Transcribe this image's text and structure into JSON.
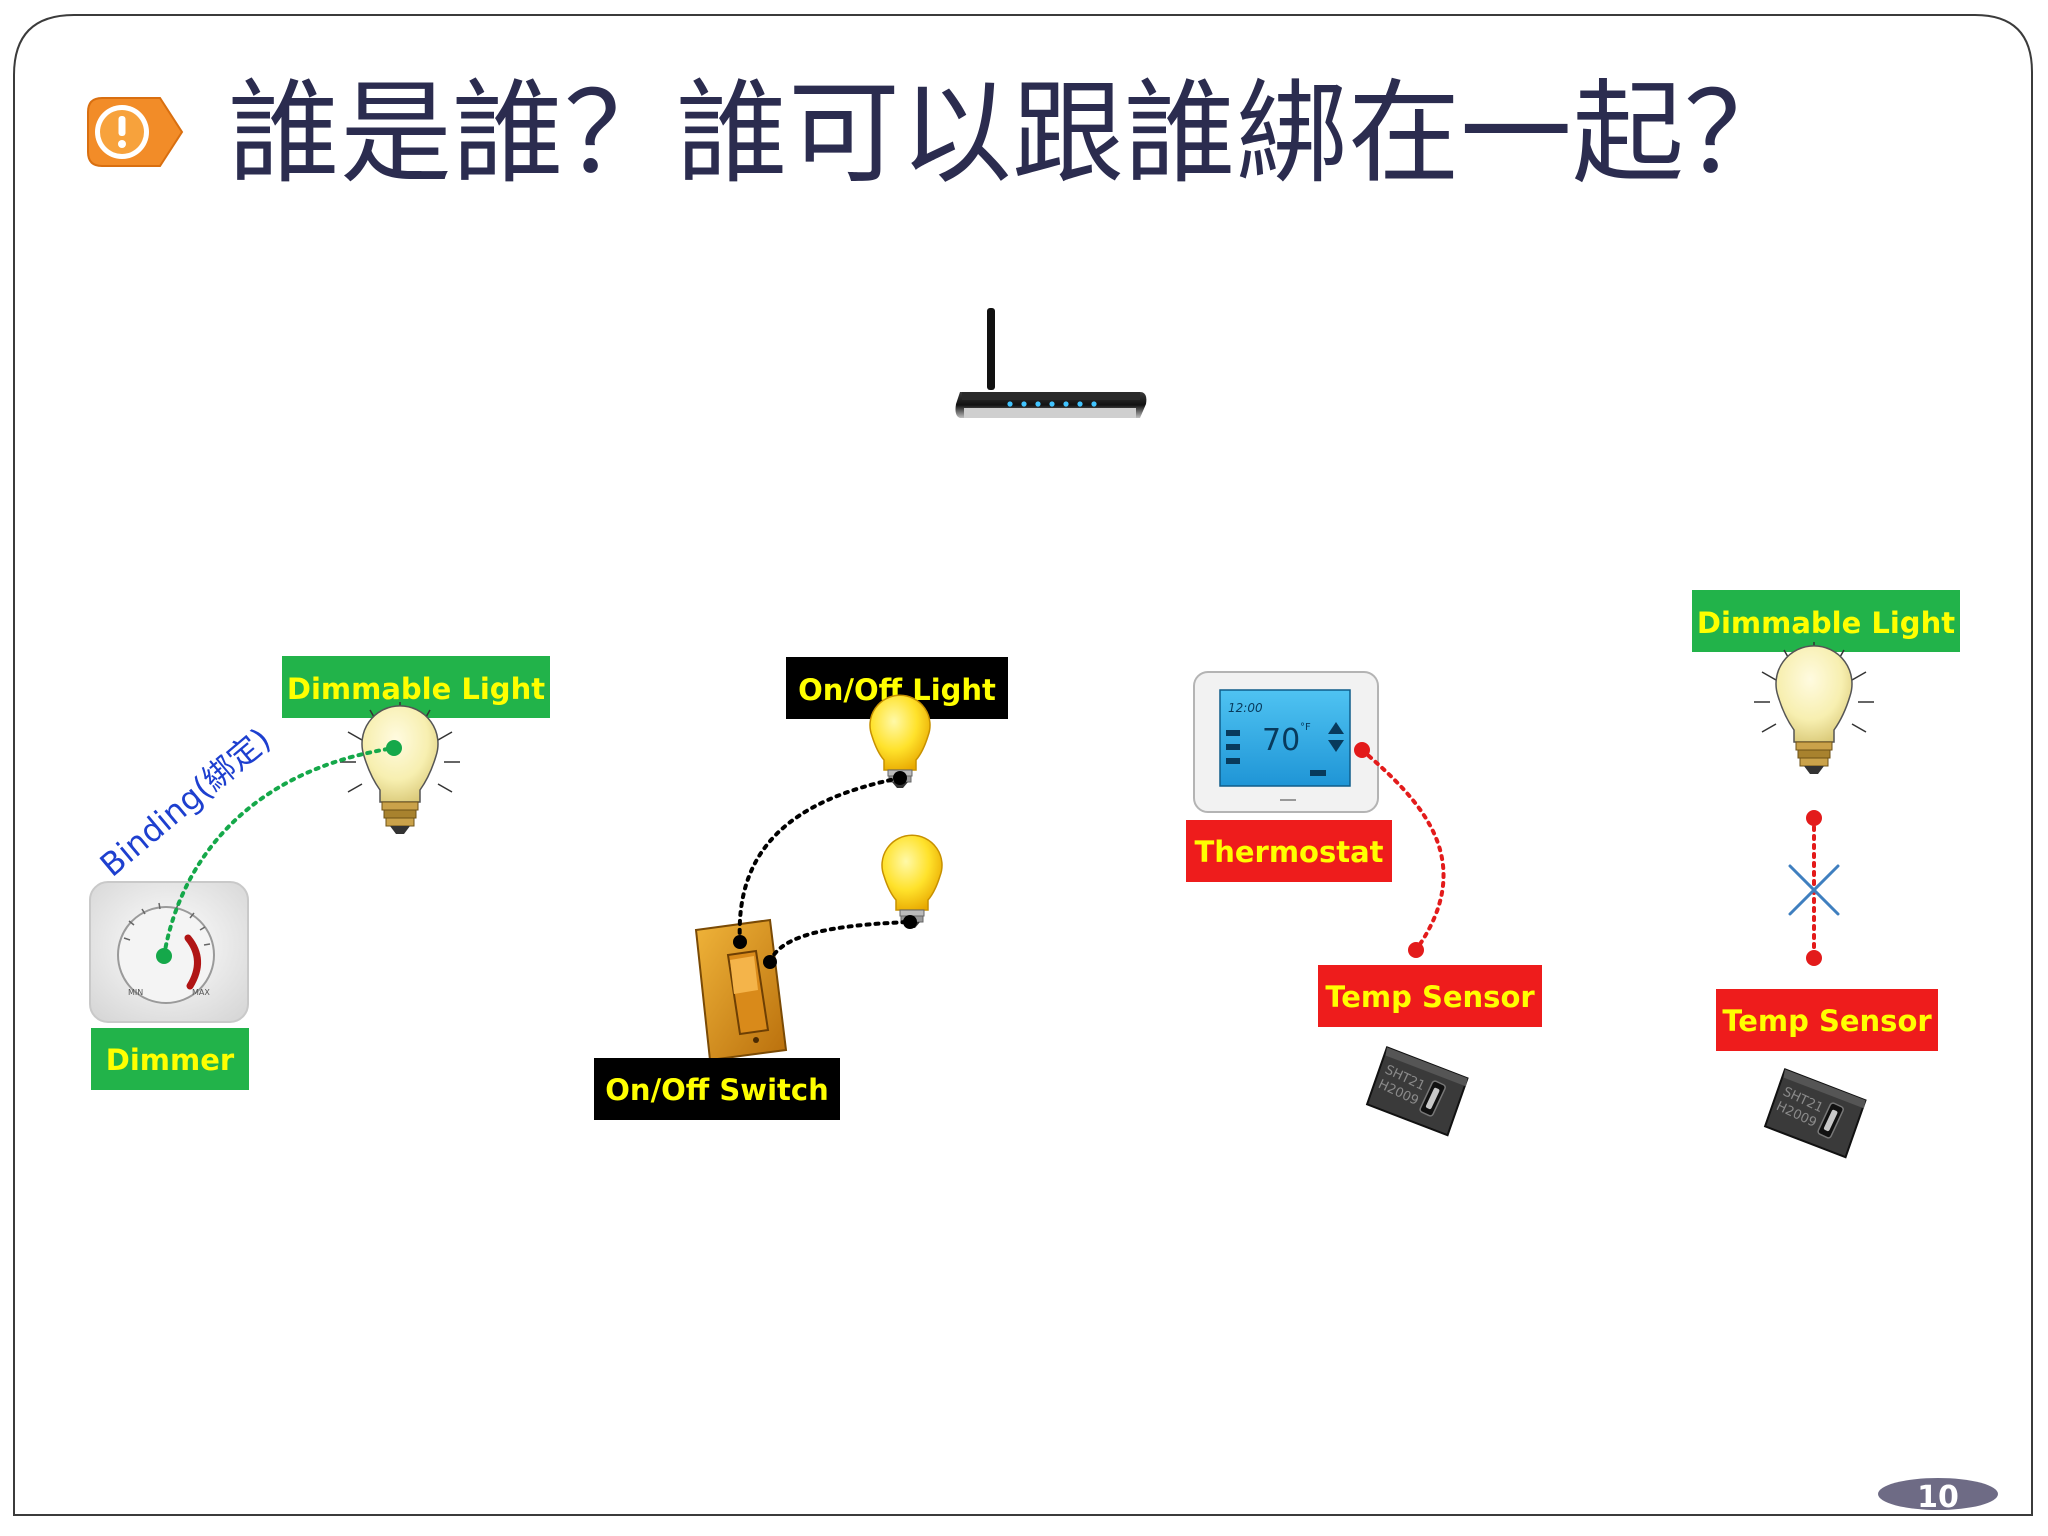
{
  "slide": {
    "title": "誰是誰？誰可以跟誰綁在一起？",
    "page_number": "10",
    "accent_color": "#f28c28",
    "title_color": "#2b2c4f"
  },
  "labels": {
    "dimmable_light_left": "Dimmable Light",
    "dimmer": "Dimmer",
    "binding": "Binding(綁定)",
    "onoff_light": "On/Off Light",
    "onoff_switch": "On/Off Switch",
    "thermostat": "Thermostat",
    "temp_sensor_middle": "Temp Sensor",
    "dimmable_light_right": "Dimmable Light",
    "temp_sensor_right": "Temp Sensor"
  },
  "thermostat_display": {
    "time": "12:00",
    "temp": "70",
    "unit": "°F"
  },
  "colors": {
    "green_label": "#22b34a",
    "black_label": "#000000",
    "red_label": "#ee1c1c",
    "label_text_yellow": "#ffff00",
    "binding_text": "#1d3fcf",
    "green_link": "#15a84a",
    "red_link": "#e31b1b",
    "cross": "#3f7fbf"
  },
  "icons": [
    "router-icon",
    "bulb-icon",
    "dimmer-icon",
    "switch-icon",
    "thermostat-icon",
    "sensor-chip-icon",
    "alert-tag-icon"
  ]
}
